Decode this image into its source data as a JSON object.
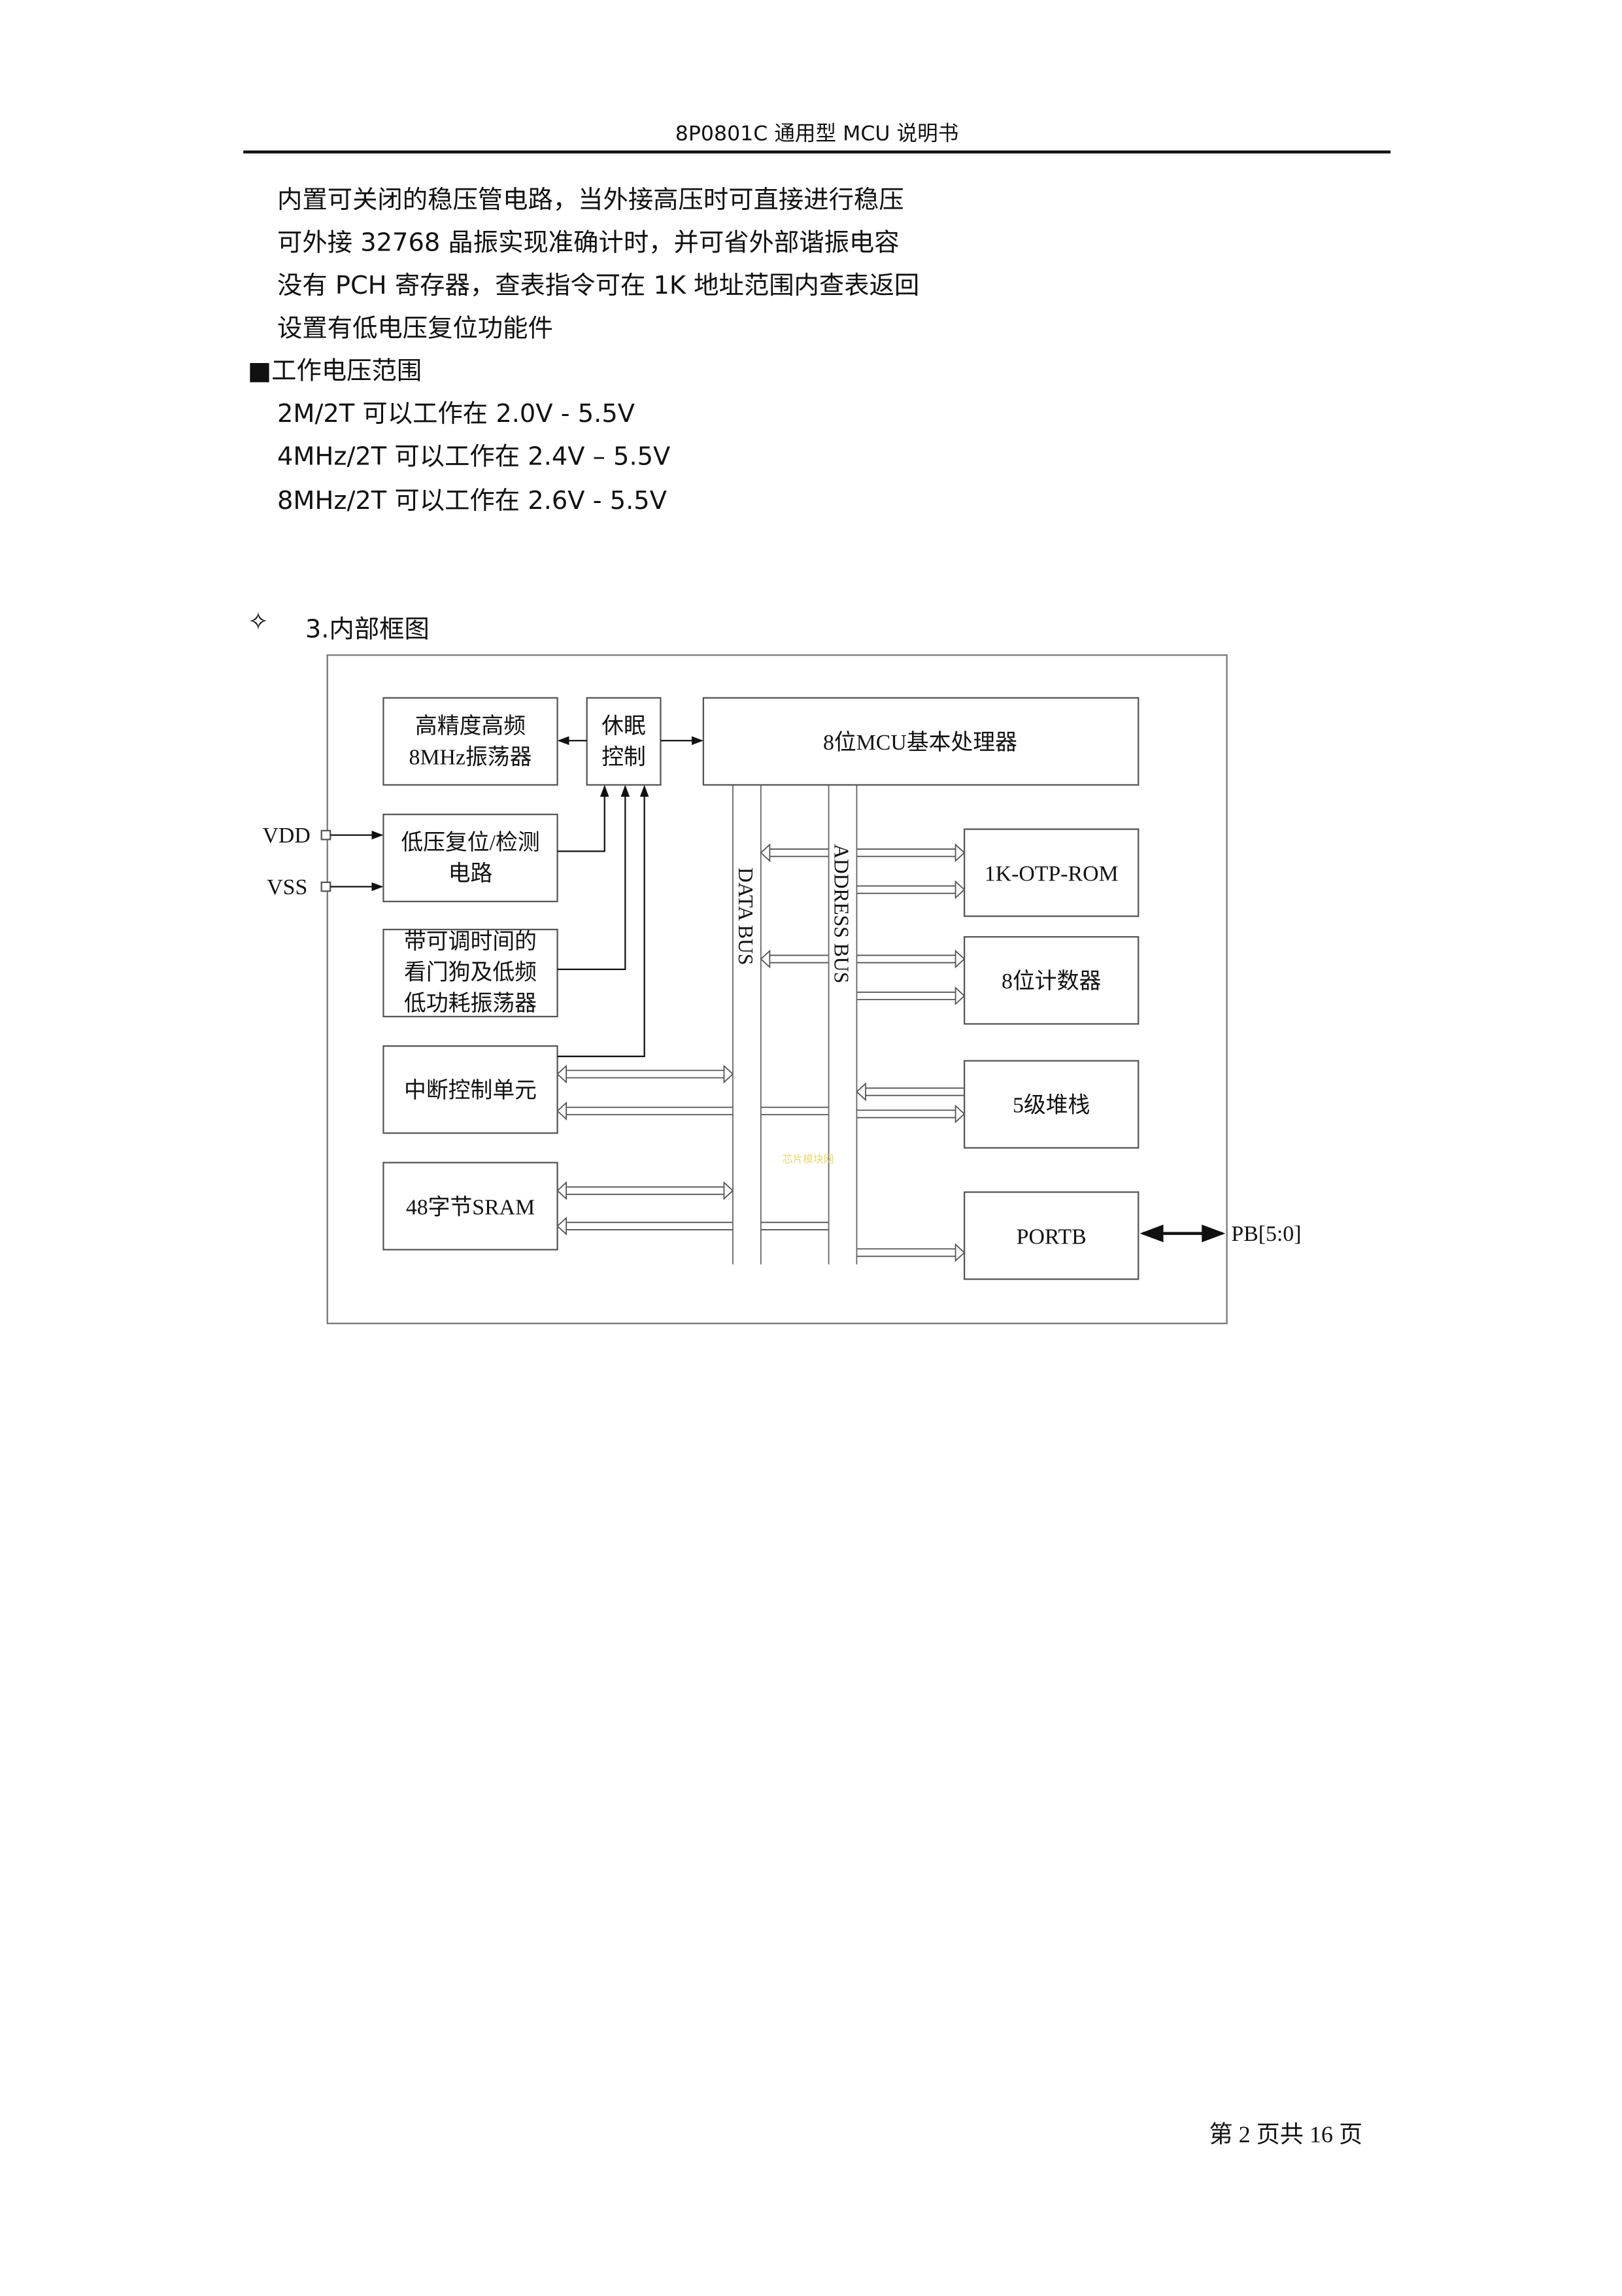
{
  "header": {
    "title": "8P0801C 通用型 MCU 说明书"
  },
  "features": [
    "内置可关闭的稳压管电路，当外接高压时可直接进行稳压",
    "可外接 32768 晶振实现准确计时，并可省外部谐振电容",
    "没有 PCH 寄存器，查表指令可在 1K 地址范围内查表返回",
    "设置有低电压复位功能件"
  ],
  "voltage": {
    "bullet": "■",
    "heading": "工作电压范围",
    "items": [
      "2M/2T 可以工作在 2.0V - 5.5V",
      "4MHz/2T 可以工作在 2.4V – 5.5V",
      "8MHz/2T 可以工作在 2.6V - 5.5V"
    ]
  },
  "section": {
    "marker": "✧",
    "title": "3.内部框图"
  },
  "diagram": {
    "osc_hf": [
      "高精度高频",
      "8MHz振荡器"
    ],
    "sleep": [
      "休眠",
      "控制"
    ],
    "cpu": "8位MCU基本处理器",
    "lvr": [
      "低压复位/检测",
      "电路"
    ],
    "wdt": [
      "带可调时间的",
      "看门狗及低频",
      "低功耗振荡器"
    ],
    "irq": "中断控制单元",
    "sram": "48字节SRAM",
    "rom": "1K-OTP-ROM",
    "counter": "8位计数器",
    "stack": "5级堆栈",
    "portb": "PORTB",
    "data_bus": "DATA BUS",
    "address_bus": "ADDRESS  BUS",
    "vdd": "VDD",
    "vss": "VSS",
    "pb": "PB[5:0]",
    "watermark": "芯片模块网"
  },
  "footer": {
    "page": "第 2 页共 16 页"
  }
}
